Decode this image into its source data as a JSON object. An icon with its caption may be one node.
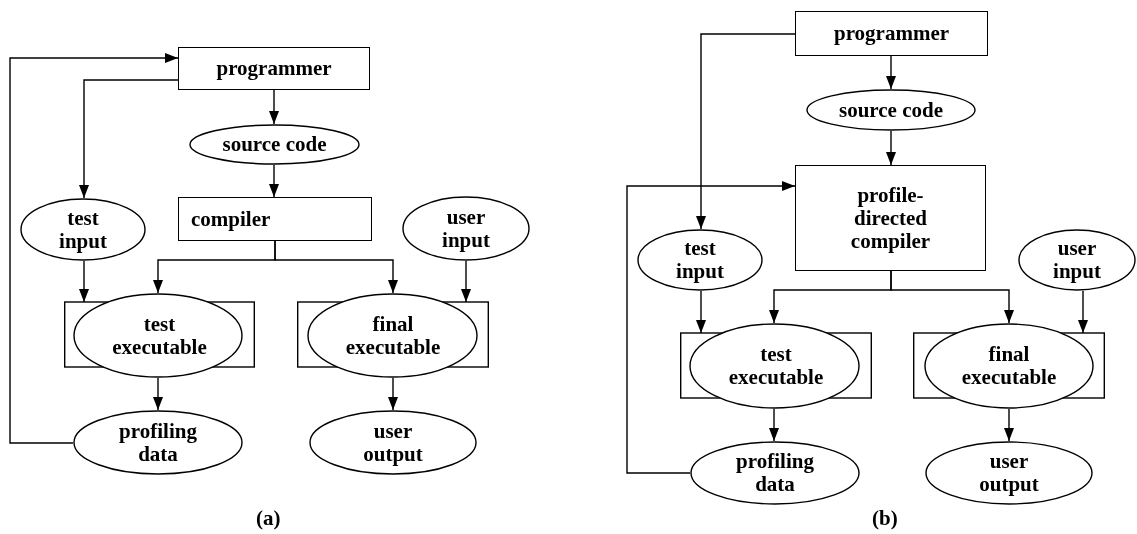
{
  "diagram": {
    "nodes": [
      {
        "text": [
          "programmer"
        ]
      },
      {
        "text": [
          "source code"
        ]
      },
      {
        "text": [
          "test input"
        ]
      },
      {
        "text": [
          "compiler"
        ]
      },
      {
        "text": [
          "user input"
        ]
      },
      {
        "text": [
          "test executable"
        ]
      },
      {
        "text": [
          "final executable"
        ]
      },
      {
        "text": [
          "profiling data"
        ]
      },
      {
        "text": [
          "user output"
        ]
      },
      {
        "text": [
          "programmer"
        ]
      },
      {
        "text": [
          "source code"
        ]
      },
      {
        "text": [
          "profile- directed compiler"
        ]
      },
      {
        "text": [
          "test input"
        ]
      },
      {
        "text": [
          "user input"
        ]
      },
      {
        "text": [
          "test executable"
        ]
      },
      {
        "text": [
          "final executable"
        ]
      },
      {
        "text": [
          "profiling data"
        ]
      },
      {
        "text": [
          "user output"
        ]
      }
    ],
    "edges": [
      {
        "from": 0,
        "to": 1,
        "arrow": "to"
      },
      {
        "from": 1,
        "to": 3,
        "arrow": "to"
      },
      {
        "from": 0,
        "to": 2,
        "arrow": "to"
      },
      {
        "from": 3,
        "to": 5,
        "arrow": "to"
      },
      {
        "from": 3,
        "to": 6,
        "arrow": "to"
      },
      {
        "from": 2,
        "to": 5,
        "arrow": "to"
      },
      {
        "from": 4,
        "to": 6,
        "arrow": "to"
      },
      {
        "from": 5,
        "to": 7,
        "arrow": "to"
      },
      {
        "from": 6,
        "to": 8,
        "arrow": "to"
      },
      {
        "from": 7,
        "to": 0,
        "arrow": "to"
      },
      {
        "from": 9,
        "to": 10,
        "arrow": "to"
      },
      {
        "from": 10,
        "to": 11,
        "arrow": "to"
      },
      {
        "from": 9,
        "to": 12,
        "arrow": "to"
      },
      {
        "from": 11,
        "to": 14,
        "arrow": "to"
      },
      {
        "from": 11,
        "to": 15,
        "arrow": "to"
      },
      {
        "from": 12,
        "to": 14,
        "arrow": "to"
      },
      {
        "from": 13,
        "to": 15,
        "arrow": "to"
      },
      {
        "from": 14,
        "to": 16,
        "arrow": "to"
      },
      {
        "from": 15,
        "to": 17,
        "arrow": "to"
      },
      {
        "from": 16,
        "to": 11,
        "arrow": "to"
      }
    ],
    "labels": [
      "(a)",
      "(b)"
    ]
  }
}
